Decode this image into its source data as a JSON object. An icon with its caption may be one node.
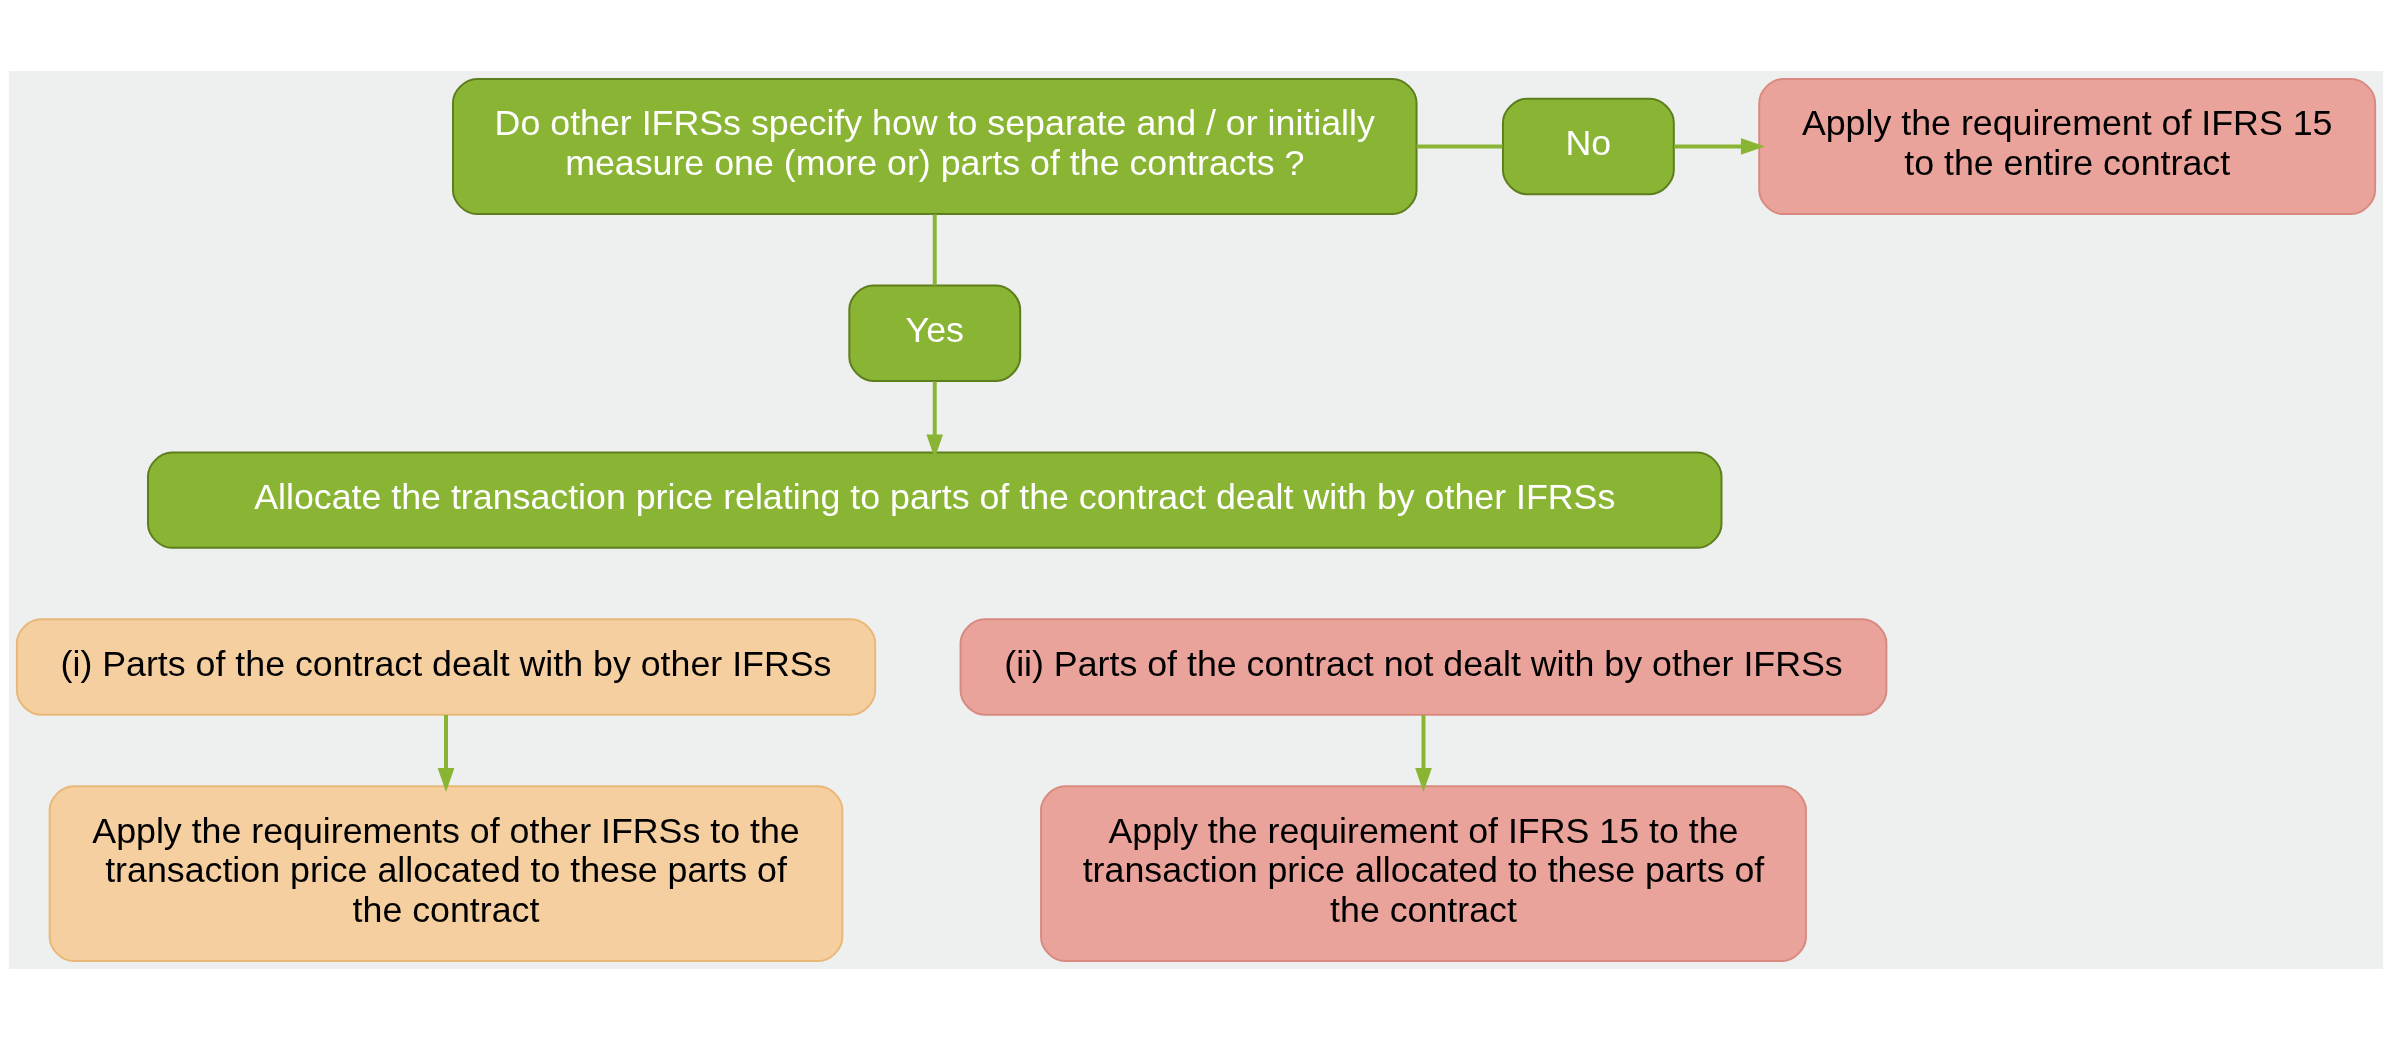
{
  "diagram": {
    "nodes": [
      {
        "text": [
          "Do other IFRSs specify how to separate and / or initially measure one (more or) parts of the contracts ?"
        ]
      },
      {
        "text": [
          "No"
        ]
      },
      {
        "text": [
          "Apply the requirement of IFRS 15 to the entire contract"
        ]
      },
      {
        "text": [
          "Yes"
        ]
      },
      {
        "text": [
          "Allocate the transaction price relating to parts of the contract dealt with by other IFRSs"
        ]
      },
      {
        "text": [
          "(i) Parts of the contract dealt with by other IFRSs"
        ]
      },
      {
        "text": [
          "(ii) Parts of the contract not dealt with by other IFRSs"
        ]
      },
      {
        "text": [
          "Apply the requirements of other IFRSs to the transaction price allocated to these parts of the contract"
        ]
      },
      {
        "text": [
          "Apply the requirement of IFRS 15 to the transaction price allocated to these parts of the contract"
        ]
      }
    ],
    "edges": [
      {
        "from": 0,
        "to": 1,
        "arrow": "none"
      },
      {
        "from": 1,
        "to": 2,
        "arrow": "to"
      },
      {
        "from": 0,
        "to": 3,
        "arrow": "none"
      },
      {
        "from": 3,
        "to": 4,
        "arrow": "to"
      },
      {
        "from": 5,
        "to": 7,
        "arrow": "to"
      },
      {
        "from": 6,
        "to": 8,
        "arrow": "to"
      }
    ]
  }
}
